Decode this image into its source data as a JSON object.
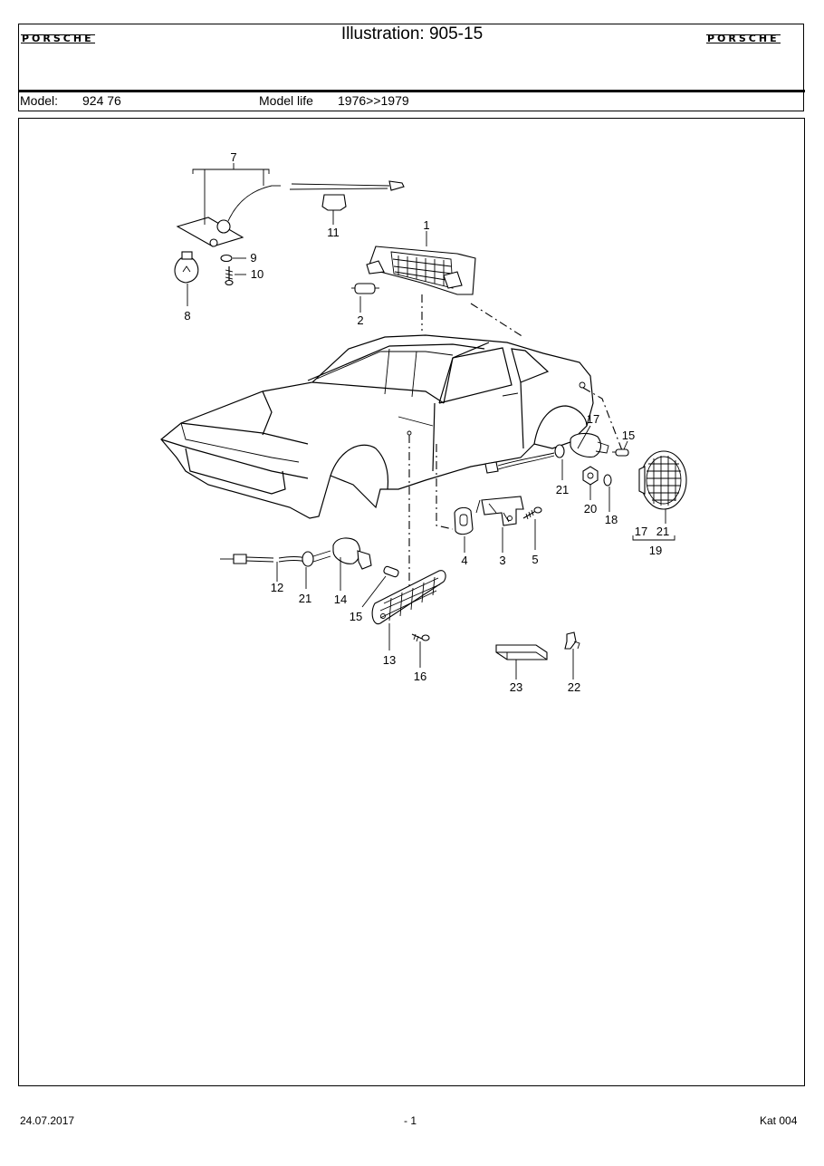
{
  "header": {
    "brand_left": "PORSCHE",
    "brand_right": "PORSCHE",
    "title": "Illustration: 905-15"
  },
  "model_bar": {
    "model_label": "Model:",
    "model_value": "924 76",
    "life_label": "Model life",
    "life_value": "1976>>1979"
  },
  "callouts": {
    "c1": "1",
    "c2": "2",
    "c3": "3",
    "c4": "4",
    "c5": "5",
    "c7": "7",
    "c8": "8",
    "c9": "9",
    "c10": "10",
    "c11": "11",
    "c12": "12",
    "c13": "13",
    "c14": "14",
    "c15a": "15",
    "c15b": "15",
    "c16": "16",
    "c17a": "17",
    "c17b": "17",
    "c18": "18",
    "c19": "19",
    "c20": "20",
    "c21a": "21",
    "c21b": "21",
    "c21c": "21",
    "c22": "22",
    "c23": "23"
  },
  "footer": {
    "date": "24.07.2017",
    "page": "- 1",
    "catalog": "Kat 004"
  }
}
